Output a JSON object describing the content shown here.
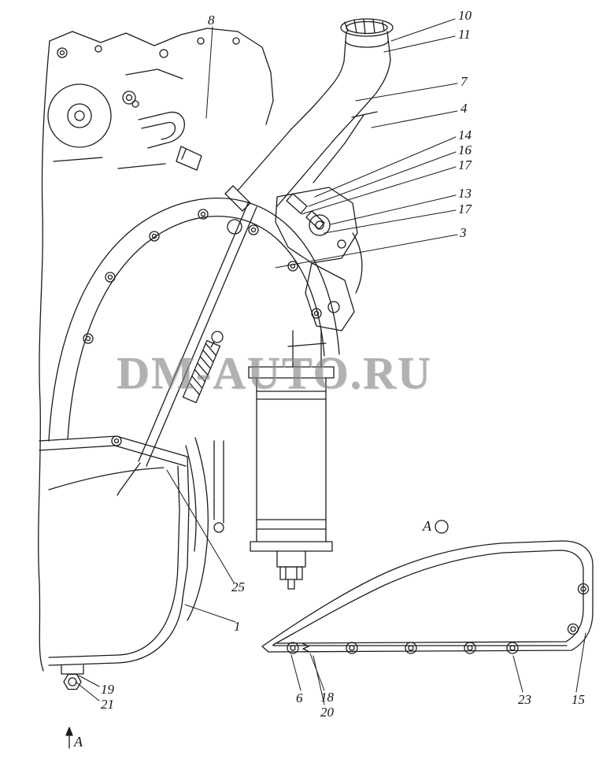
{
  "page": {
    "background": "#ffffff",
    "line_color": "#1c1c1c"
  },
  "watermark": {
    "text": "DM-AUTO.RU",
    "color": "#8a8a8a"
  },
  "callouts": [
    {
      "label": "8"
    },
    {
      "label": "10"
    },
    {
      "label": "11"
    },
    {
      "label": "7"
    },
    {
      "label": "4"
    },
    {
      "label": "14"
    },
    {
      "label": "16"
    },
    {
      "label": "17"
    },
    {
      "label": "13"
    },
    {
      "label": "17"
    },
    {
      "label": "3"
    },
    {
      "label": "25"
    },
    {
      "label": "1"
    },
    {
      "label": "19"
    },
    {
      "label": "21"
    },
    {
      "label": "6"
    },
    {
      "label": "18"
    },
    {
      "label": "20"
    },
    {
      "label": "23"
    },
    {
      "label": "15"
    }
  ],
  "markers": {
    "view_label": "A",
    "section_label": "A"
  }
}
